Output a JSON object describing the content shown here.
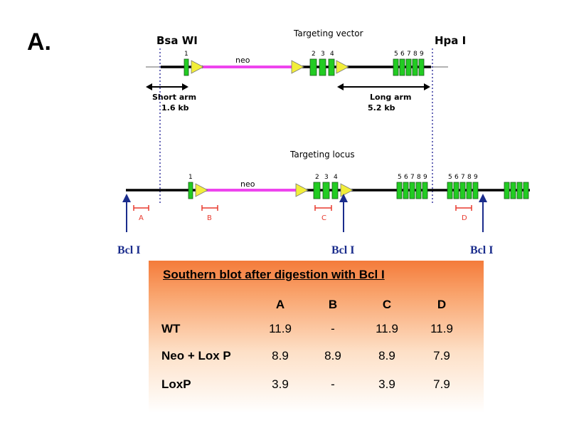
{
  "panel_label": "A.",
  "vector": {
    "title": "Targeting vector",
    "left_enzyme": "Bsa WI",
    "right_enzyme": "Hpa I",
    "exon_labels": [
      "1",
      "2",
      "3",
      "4",
      "5",
      "6",
      "7",
      "8",
      "9"
    ],
    "neo": "neo",
    "short_arm_label": "Short arm",
    "short_arm_size": "1.6 kb",
    "long_arm_label": "Long arm",
    "long_arm_size": "5.2 kb"
  },
  "locus": {
    "title": "Targeting locus",
    "exon_labels": [
      "1",
      "2",
      "3",
      "4",
      "5",
      "6",
      "7",
      "8",
      "9"
    ],
    "exon_labels_right": [
      "5",
      "6",
      "7",
      "8",
      "9"
    ],
    "neo": "neo",
    "probes": [
      "A",
      "B",
      "C",
      "D"
    ],
    "bcl_sites": [
      "Bcl I",
      "Bcl I",
      "Bcl I"
    ]
  },
  "southern_table": {
    "title": "Southern blot after digestion with Bcl I",
    "columns": [
      "A",
      "B",
      "C",
      "D"
    ],
    "rows": [
      {
        "label": "WT",
        "values": [
          "11.9",
          "-",
          "11.9",
          "11.9"
        ]
      },
      {
        "label": "Neo + Lox P",
        "values": [
          "8.9",
          "8.9",
          "8.9",
          "7.9"
        ]
      },
      {
        "label": "LoxP",
        "values": [
          "3.9",
          "-",
          "3.9",
          "7.9"
        ]
      }
    ]
  },
  "colors": {
    "exon": "#22cc22",
    "neo": "#ee44ee",
    "loxp": "#f2ee3a",
    "probe": "#e83a2e",
    "bcl": "#1a2c8c",
    "guide": "#3a3aa0"
  }
}
